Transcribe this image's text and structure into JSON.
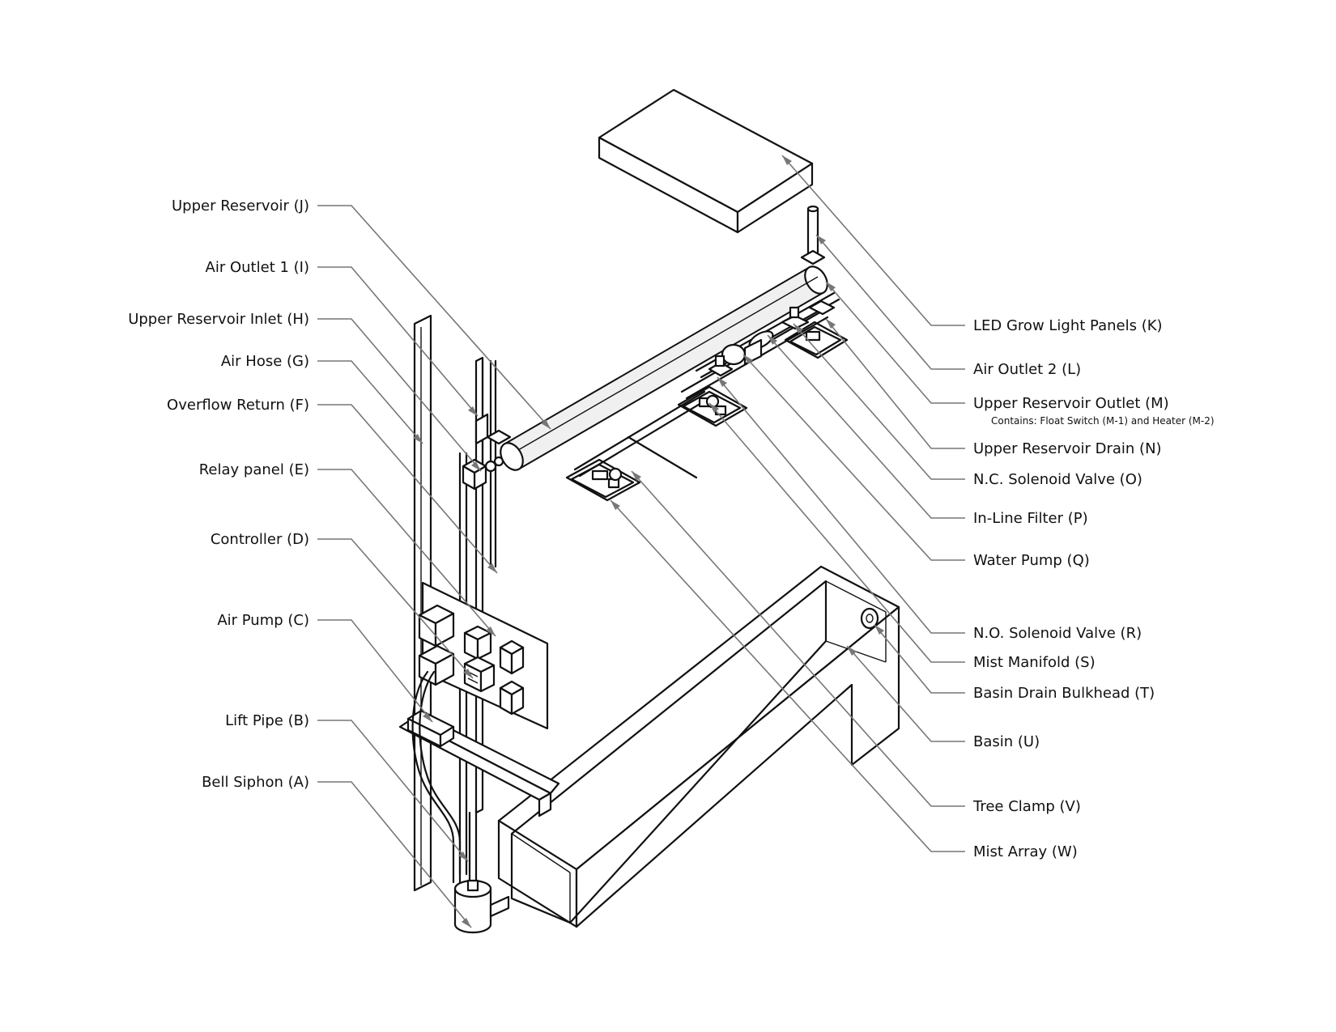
{
  "labels_left": [
    {
      "id": "J",
      "text": "Upper Reservoir (J)"
    },
    {
      "id": "I",
      "text": "Air Outlet 1 (I)"
    },
    {
      "id": "H",
      "text": "Upper Reservoir Inlet (H)"
    },
    {
      "id": "G",
      "text": "Air Hose (G)"
    },
    {
      "id": "F",
      "text": "Overflow Return (F)"
    },
    {
      "id": "E",
      "text": "Relay panel (E)"
    },
    {
      "id": "D",
      "text": "Controller (D)"
    },
    {
      "id": "C",
      "text": "Air Pump (C)"
    },
    {
      "id": "B",
      "text": "Lift Pipe (B)"
    },
    {
      "id": "A",
      "text": "Bell Siphon (A)"
    }
  ],
  "labels_right": [
    {
      "id": "K",
      "text": "LED Grow Light Panels (K)"
    },
    {
      "id": "L",
      "text": "Air Outlet 2 (L)"
    },
    {
      "id": "M",
      "text": "Upper Reservoir Outlet (M)",
      "note": "Contains: Float Switch (M-1) and Heater (M-2)"
    },
    {
      "id": "N",
      "text": "Upper Reservoir Drain (N)"
    },
    {
      "id": "O",
      "text": "N.C. Solenoid Valve (O)"
    },
    {
      "id": "P",
      "text": "In-Line Filter (P)"
    },
    {
      "id": "Q",
      "text": "Water Pump (Q)"
    },
    {
      "id": "R",
      "text": "N.O. Solenoid Valve (R)"
    },
    {
      "id": "S",
      "text": "Mist Manifold (S)"
    },
    {
      "id": "T",
      "text": "Basin Drain Bulkhead (T)"
    },
    {
      "id": "U",
      "text": "Basin (U)"
    },
    {
      "id": "V",
      "text": "Tree Clamp (V)"
    },
    {
      "id": "W",
      "text": "Mist Array (W)"
    }
  ]
}
